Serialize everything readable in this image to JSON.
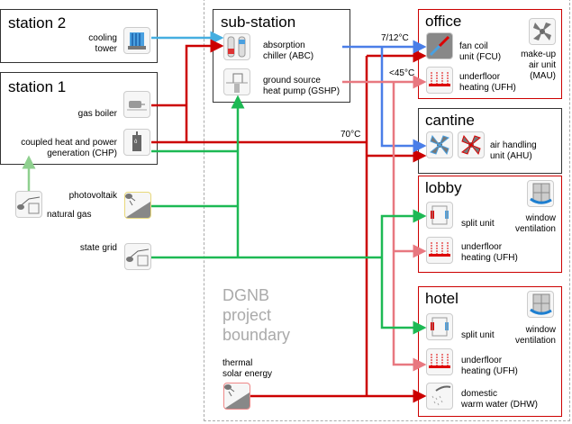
{
  "stations": {
    "station2": {
      "title": "station 2",
      "cooling_tower": "cooling\ntower"
    },
    "station1": {
      "title": "station 1",
      "gas_boiler": "gas boiler",
      "chp_line1": "coupled heat and power",
      "chp_line2": "generation (CHP)"
    }
  },
  "sources": {
    "natural_gas": "natural gas",
    "photovoltaik": "photovoltaik",
    "state_grid": "state grid",
    "thermal_solar_line1": "thermal",
    "thermal_solar_line2": "solar energy"
  },
  "substation": {
    "title": "sub-station",
    "abc_line1": "absorption",
    "abc_line2": "chiller (ABC)",
    "gshp_line1": "ground source",
    "gshp_line2": "heat pump (GSHP)"
  },
  "temperatures": {
    "cold": "7/12°C",
    "low": "<45°C",
    "high": "70°C"
  },
  "boundary": {
    "line1": "DGNB",
    "line2": "project",
    "line3": "boundary"
  },
  "buildings": {
    "office": {
      "title": "office",
      "fcu_line1": "fan coil",
      "fcu_line2": "unit (FCU)",
      "ufh_line1": "underfloor",
      "ufh_line2": "heating (UFH)",
      "mau_line1": "make-up",
      "mau_line2": "air unit",
      "mau_line3": "(MAU)"
    },
    "cantine": {
      "title": "cantine",
      "ahu_line1": "air handling",
      "ahu_line2": "unit (AHU)"
    },
    "lobby": {
      "title": "lobby",
      "split": "split unit",
      "win_line1": "window",
      "win_line2": "ventilation",
      "ufh_line1": "underfloor",
      "ufh_line2": "heating (UFH)"
    },
    "hotel": {
      "title": "hotel",
      "split": "split unit",
      "win_line1": "window",
      "win_line2": "ventilation",
      "ufh_line1": "underfloor",
      "ufh_line2": "heating (UFH)",
      "dhw_line1": "domestic",
      "dhw_line2": "warm water (DHW)"
    }
  },
  "colors": {
    "hot": "#cc0000",
    "warm": "#e87880",
    "cold": "#4a7ee8",
    "cooling": "#45aee0",
    "electric": "#1db954",
    "gas": "#8fd08f"
  }
}
